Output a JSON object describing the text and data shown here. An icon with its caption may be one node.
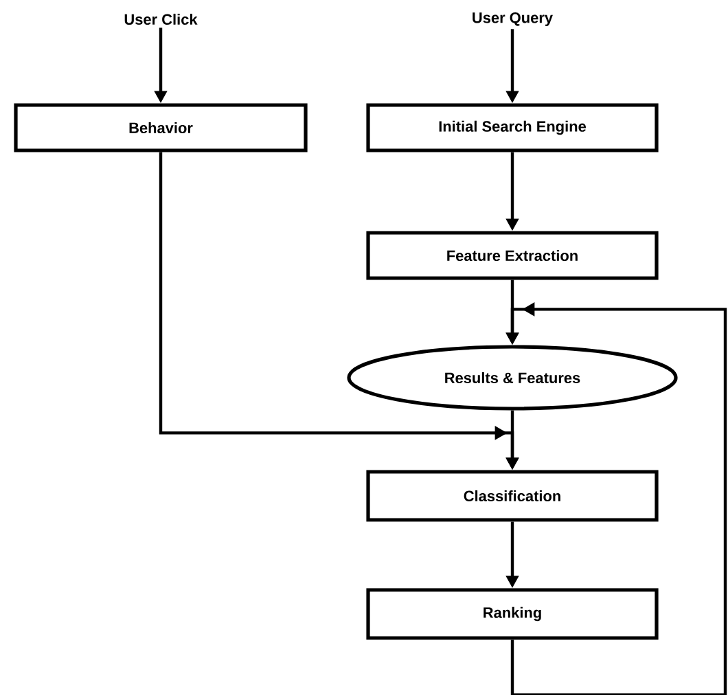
{
  "diagram": {
    "nodes": [
      {
        "text": [
          "User Click"
        ]
      },
      {
        "text": [
          "User Query"
        ]
      },
      {
        "text": [
          "Behavior"
        ]
      },
      {
        "text": [
          "Initial Search Engine"
        ]
      },
      {
        "text": [
          "Feature Extraction"
        ]
      },
      {
        "text": [
          "Results & Features"
        ]
      },
      {
        "text": [
          "Classification"
        ]
      },
      {
        "text": [
          "Ranking"
        ]
      }
    ],
    "edges": [
      {
        "from": 0,
        "to": 2,
        "arrow": "to"
      },
      {
        "from": 1,
        "to": 3,
        "arrow": "to"
      },
      {
        "from": 3,
        "to": 4,
        "arrow": "to"
      },
      {
        "from": 4,
        "to": 5,
        "arrow": "to"
      },
      {
        "from": 2,
        "to": 6,
        "arrow": "to"
      },
      {
        "from": 5,
        "to": 6,
        "arrow": "to"
      },
      {
        "from": 6,
        "to": 7,
        "arrow": "to"
      },
      {
        "from": 7,
        "to": 5,
        "arrow": "to"
      }
    ]
  }
}
